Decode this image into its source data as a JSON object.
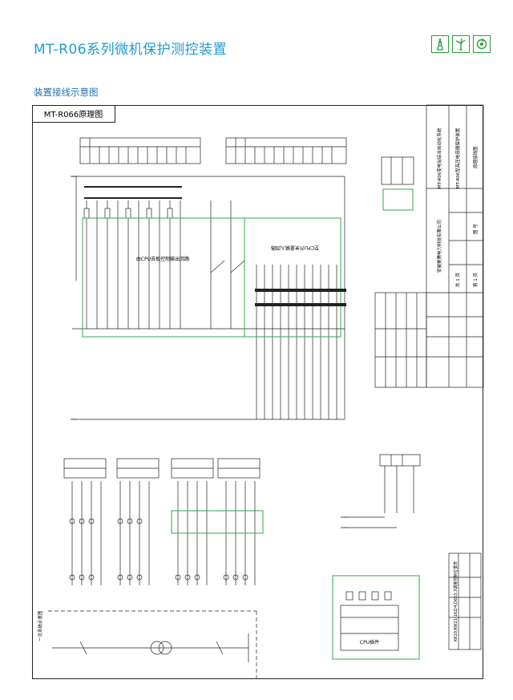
{
  "header": {
    "title": "MT-R06系列微机保护测控装置",
    "icons": [
      "tower-icon",
      "turbine-icon",
      "recycle-icon"
    ],
    "accent_color": "#1f9bd1",
    "icon_color": "#2b9e3a"
  },
  "section": {
    "title": "装置接线示意图"
  },
  "drawing": {
    "label": "MT-R066原理图",
    "cpu_control_label": "由CPU去板控制输出回路",
    "cpu_input_label": "至CPU开关量输入回路",
    "primary_bus_label": "一次系统示意图",
    "cpu_block_label": "CPU插件",
    "title_block": {
      "system_name": "MT-R06变电站综合自动化系统",
      "device_name": "MT-R06型高压电容器保护装置",
      "sheet_name": "原理接线图",
      "company": "安徽美腾电力科技有限公司",
      "page": "第 1 页",
      "total": "共 1 页",
      "drawing_no": "图 号"
    },
    "switch_note": "KK10,KW21-16Z/4,D653,3调度控制位置表"
  }
}
